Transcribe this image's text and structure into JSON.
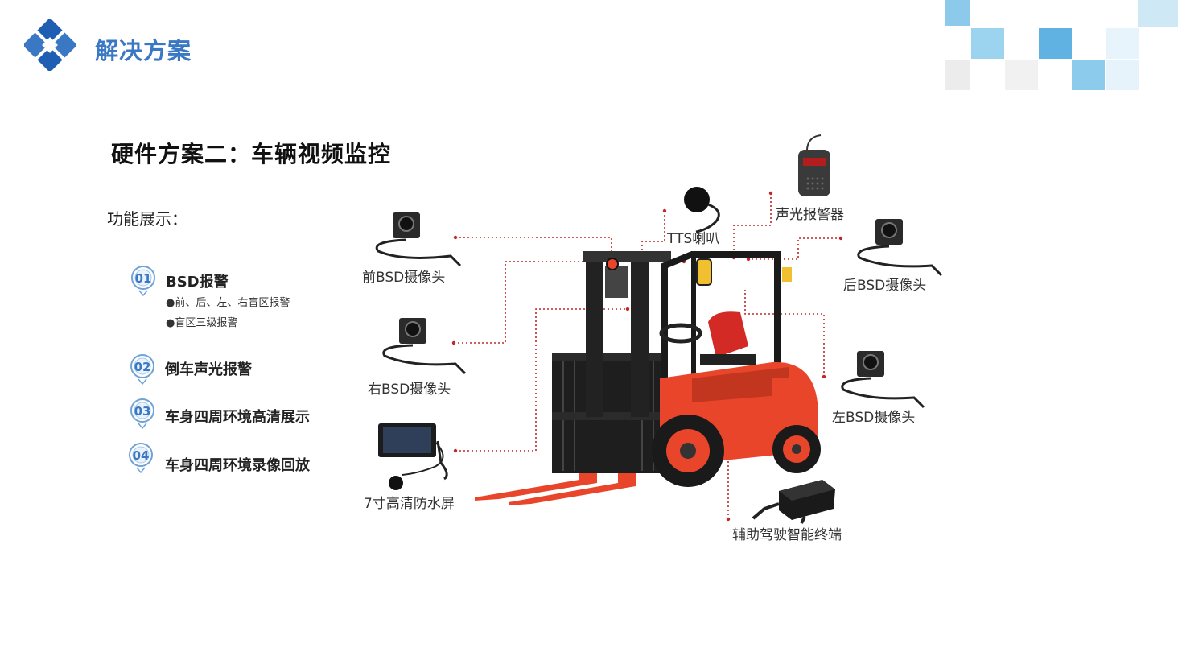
{
  "header": {
    "section_title": "解决方案"
  },
  "main": {
    "title": "硬件方案二：车辆视频监控",
    "subtitle": "功能展示："
  },
  "features": [
    {
      "number": "01",
      "title": "BSD报警",
      "details": [
        "●前、后、左、右盲区报警",
        "●盲区三级报警"
      ]
    },
    {
      "number": "02",
      "title": "倒车声光报警",
      "details": []
    },
    {
      "number": "03",
      "title": "车身四周环境高清展示",
      "details": []
    },
    {
      "number": "04",
      "title": "车身四周环境录像回放",
      "details": []
    }
  ],
  "components": {
    "front_bsd": "前BSD摄像头",
    "right_bsd": "右BSD摄像头",
    "screen": "7寸高清防水屏",
    "tts_speaker": "TTS喇叭",
    "alarm": "声光报警器",
    "rear_bsd": "后BSD摄像头",
    "left_bsd": "左BSD摄像头",
    "terminal": "辅助驾驶智能终端"
  },
  "colors": {
    "accent_blue": "#3b78c4",
    "leader_red": "#c0282a",
    "forklift_orange": "#e8452a"
  }
}
